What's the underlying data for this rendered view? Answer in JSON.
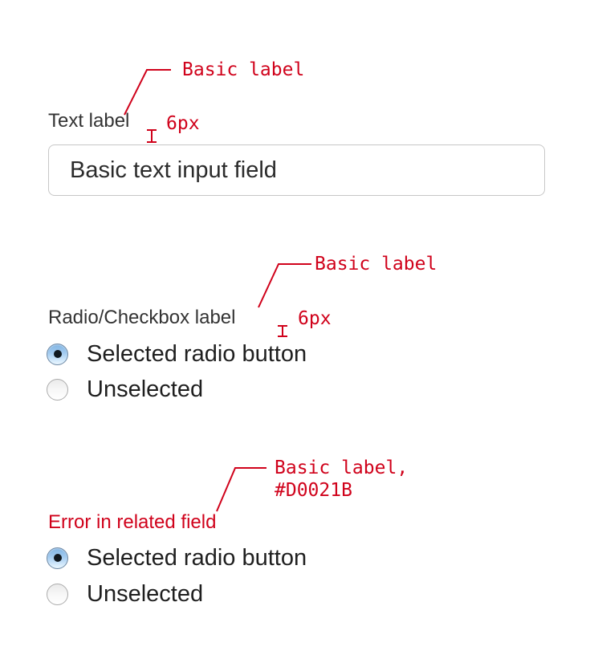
{
  "colors": {
    "annotation_red": "#D0021B",
    "label_text": "#333333",
    "body_text": "#1f1f1f",
    "input_border": "#c7c7c7"
  },
  "text_field_section": {
    "annotation_label": "Basic label",
    "spacing_annotation": "6px",
    "label": "Text label",
    "input_value": "Basic text input field"
  },
  "radio_section": {
    "annotation_label": "Basic label",
    "spacing_annotation": "6px",
    "label": "Radio/Checkbox label",
    "options": [
      {
        "label": "Selected radio button",
        "selected": true
      },
      {
        "label": "Unselected",
        "selected": false
      }
    ]
  },
  "error_radio_section": {
    "annotation_label_line1": "Basic label,",
    "annotation_label_line2": "#D0021B",
    "label": "Error in related field",
    "options": [
      {
        "label": "Selected radio button",
        "selected": true
      },
      {
        "label": "Unselected",
        "selected": false
      }
    ]
  }
}
